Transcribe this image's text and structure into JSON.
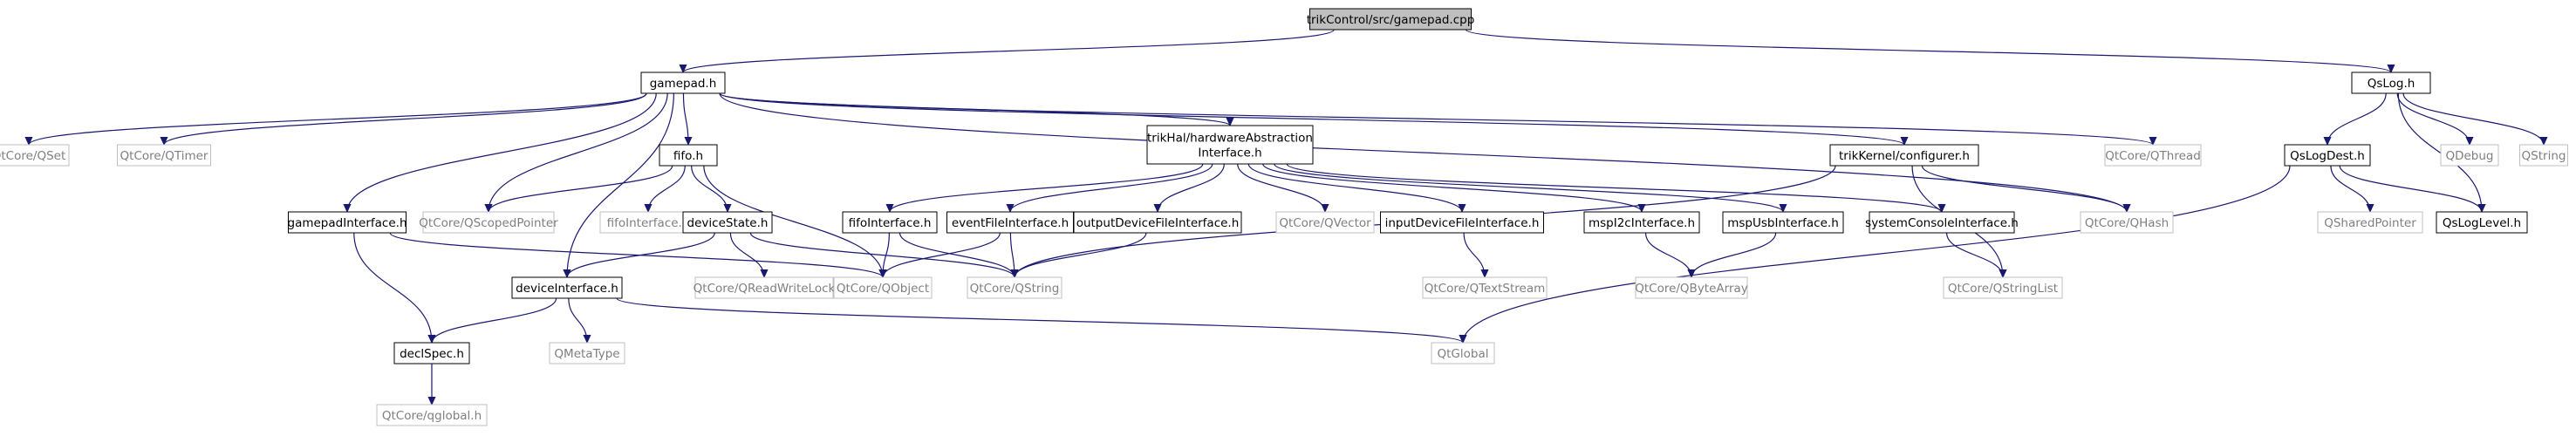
{
  "colors": {
    "edge": "#191970",
    "root_fill": "#bfbfbf",
    "node_border": "#000000",
    "external_border": "#bfbfbf",
    "external_text": "#7f7f7f",
    "text": "#000000",
    "background": "#ffffff"
  },
  "nodes": [
    {
      "id": "root",
      "label": "trikControl/src/gamepad.cpp",
      "kind": "root"
    },
    {
      "id": "gamepad_h",
      "label": "gamepad.h",
      "kind": "file"
    },
    {
      "id": "qslog_h",
      "label": "QsLog.h",
      "kind": "file"
    },
    {
      "id": "qset",
      "label": "QtCore/QSet",
      "kind": "external"
    },
    {
      "id": "qtimer",
      "label": "QtCore/QTimer",
      "kind": "external"
    },
    {
      "id": "gamepadInterface_h",
      "label": "gamepadInterface.h",
      "kind": "file"
    },
    {
      "id": "qscopedpointer",
      "label": "QtCore/QScopedPointer",
      "kind": "external"
    },
    {
      "id": "fifo_h",
      "label": "fifo.h",
      "kind": "file"
    },
    {
      "id": "fifoInterface_h_ext",
      "label": "fifoInterface.h",
      "kind": "external"
    },
    {
      "id": "deviceState_h",
      "label": "deviceState.h",
      "kind": "file"
    },
    {
      "id": "hal_h",
      "label": "trikHal/hardwareAbstraction\nInterface.h",
      "kind": "file"
    },
    {
      "id": "configurer_h",
      "label": "trikKernel/configurer.h",
      "kind": "file"
    },
    {
      "id": "qthread",
      "label": "QtCore/QThread",
      "kind": "external"
    },
    {
      "id": "qslogdest_h",
      "label": "QsLogDest.h",
      "kind": "file"
    },
    {
      "id": "qdebug",
      "label": "QDebug",
      "kind": "external"
    },
    {
      "id": "qstring_plain",
      "label": "QString",
      "kind": "external"
    },
    {
      "id": "fifoInterface_h",
      "label": "fifoInterface.h",
      "kind": "file"
    },
    {
      "id": "eventFileInterface_h",
      "label": "eventFileInterface.h",
      "kind": "file"
    },
    {
      "id": "outputDeviceFileInterface_h",
      "label": "outputDeviceFileInterface.h",
      "kind": "file"
    },
    {
      "id": "qvector",
      "label": "QtCore/QVector",
      "kind": "external"
    },
    {
      "id": "inputDeviceFileInterface_h",
      "label": "inputDeviceFileInterface.h",
      "kind": "file"
    },
    {
      "id": "mspI2cInterface_h",
      "label": "mspI2cInterface.h",
      "kind": "file"
    },
    {
      "id": "mspUsbInterface_h",
      "label": "mspUsbInterface.h",
      "kind": "file"
    },
    {
      "id": "systemConsoleInterface_h",
      "label": "systemConsoleInterface.h",
      "kind": "file"
    },
    {
      "id": "qhash",
      "label": "QtCore/QHash",
      "kind": "external"
    },
    {
      "id": "qsharedpointer",
      "label": "QSharedPointer",
      "kind": "external"
    },
    {
      "id": "qsloglevel_h",
      "label": "QsLogLevel.h",
      "kind": "file"
    },
    {
      "id": "deviceInterface_h",
      "label": "deviceInterface.h",
      "kind": "file"
    },
    {
      "id": "qreadwritelock",
      "label": "QtCore/QReadWriteLock",
      "kind": "external"
    },
    {
      "id": "qobject",
      "label": "QtCore/QObject",
      "kind": "external"
    },
    {
      "id": "qstring",
      "label": "QtCore/QString",
      "kind": "external"
    },
    {
      "id": "qtextstream",
      "label": "QtCore/QTextStream",
      "kind": "external"
    },
    {
      "id": "qbytearray",
      "label": "QtCore/QByteArray",
      "kind": "external"
    },
    {
      "id": "qstringlist",
      "label": "QtCore/QStringList",
      "kind": "external"
    },
    {
      "id": "declspec_h",
      "label": "declSpec.h",
      "kind": "file"
    },
    {
      "id": "qmetatype",
      "label": "QMetaType",
      "kind": "external"
    },
    {
      "id": "qtglobal",
      "label": "QtGlobal",
      "kind": "external"
    },
    {
      "id": "qglobal_h",
      "label": "QtCore/qglobal.h",
      "kind": "external"
    }
  ],
  "edges": [
    [
      "root",
      "gamepad_h"
    ],
    [
      "root",
      "qslog_h"
    ],
    [
      "gamepad_h",
      "qset"
    ],
    [
      "gamepad_h",
      "qtimer"
    ],
    [
      "gamepad_h",
      "gamepadInterface_h"
    ],
    [
      "gamepad_h",
      "qscopedpointer"
    ],
    [
      "gamepad_h",
      "fifo_h"
    ],
    [
      "gamepad_h",
      "deviceInterface_h"
    ],
    [
      "gamepad_h",
      "hal_h"
    ],
    [
      "gamepad_h",
      "configurer_h"
    ],
    [
      "gamepad_h",
      "qthread"
    ],
    [
      "gamepad_h",
      "qhash"
    ],
    [
      "qslog_h",
      "qslogdest_h"
    ],
    [
      "qslog_h",
      "qdebug"
    ],
    [
      "qslog_h",
      "qstring_plain"
    ],
    [
      "qslog_h",
      "qsloglevel_h"
    ],
    [
      "qslogdest_h",
      "qsharedpointer"
    ],
    [
      "qslogdest_h",
      "qsloglevel_h"
    ],
    [
      "qslogdest_h",
      "qtglobal"
    ],
    [
      "fifo_h",
      "qscopedpointer"
    ],
    [
      "fifo_h",
      "fifoInterface_h_ext"
    ],
    [
      "fifo_h",
      "deviceState_h"
    ],
    [
      "fifo_h",
      "qobject"
    ],
    [
      "gamepadInterface_h",
      "declspec_h"
    ],
    [
      "gamepadInterface_h",
      "qobject"
    ],
    [
      "deviceState_h",
      "deviceInterface_h"
    ],
    [
      "deviceState_h",
      "qreadwritelock"
    ],
    [
      "deviceState_h",
      "qstring"
    ],
    [
      "hal_h",
      "fifoInterface_h"
    ],
    [
      "hal_h",
      "eventFileInterface_h"
    ],
    [
      "hal_h",
      "outputDeviceFileInterface_h"
    ],
    [
      "hal_h",
      "qvector"
    ],
    [
      "hal_h",
      "inputDeviceFileInterface_h"
    ],
    [
      "hal_h",
      "mspI2cInterface_h"
    ],
    [
      "hal_h",
      "mspUsbInterface_h"
    ],
    [
      "hal_h",
      "systemConsoleInterface_h"
    ],
    [
      "configurer_h",
      "qhash"
    ],
    [
      "configurer_h",
      "qstring"
    ],
    [
      "configurer_h",
      "qstringlist"
    ],
    [
      "fifoInterface_h",
      "qobject"
    ],
    [
      "fifoInterface_h",
      "qstring"
    ],
    [
      "eventFileInterface_h",
      "qobject"
    ],
    [
      "eventFileInterface_h",
      "qstring"
    ],
    [
      "outputDeviceFileInterface_h",
      "qstring"
    ],
    [
      "inputDeviceFileInterface_h",
      "qtextstream"
    ],
    [
      "mspI2cInterface_h",
      "qbytearray"
    ],
    [
      "mspUsbInterface_h",
      "qbytearray"
    ],
    [
      "systemConsoleInterface_h",
      "qstringlist"
    ],
    [
      "deviceInterface_h",
      "declspec_h"
    ],
    [
      "deviceInterface_h",
      "qmetatype"
    ],
    [
      "deviceInterface_h",
      "qtglobal"
    ],
    [
      "declspec_h",
      "qglobal_h"
    ]
  ]
}
